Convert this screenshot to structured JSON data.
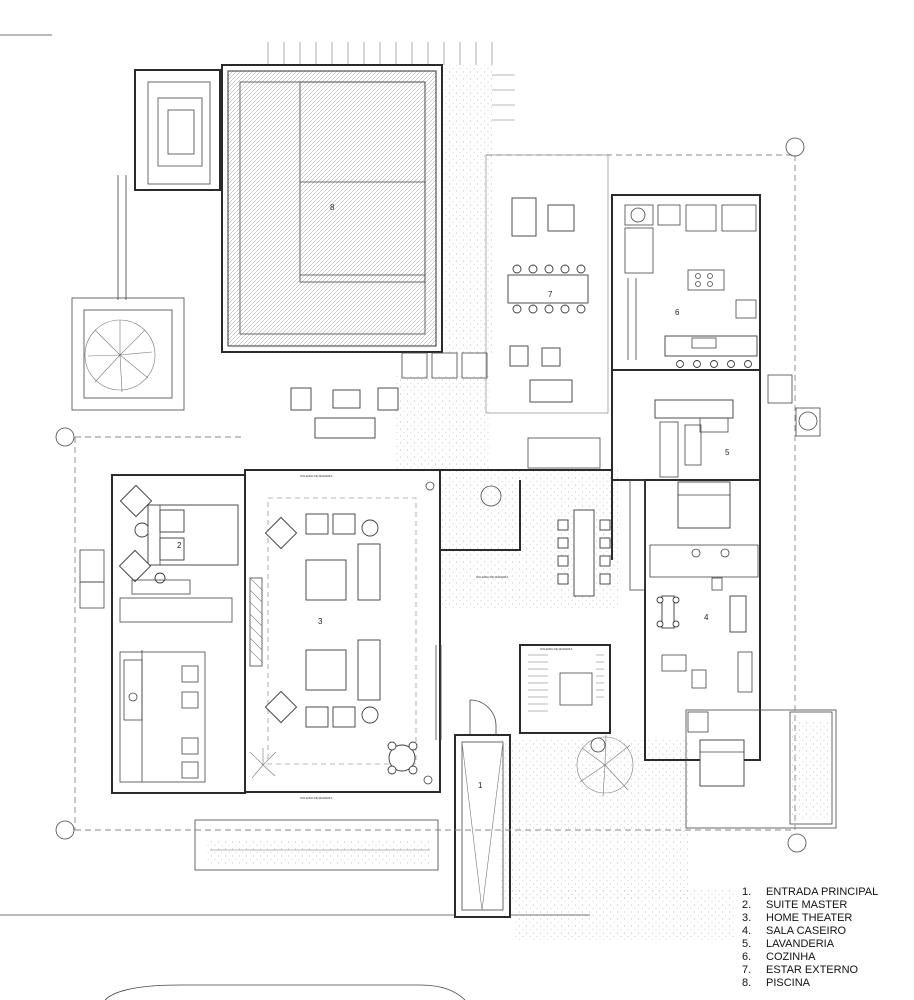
{
  "rooms": [
    {
      "num": "1"
    },
    {
      "num": "2"
    },
    {
      "num": "3"
    },
    {
      "num": "4"
    },
    {
      "num": "5"
    },
    {
      "num": "6"
    },
    {
      "num": "7"
    },
    {
      "num": "8"
    }
  ],
  "labels": {
    "soleira": "SOLEIRA DE MADEIRA"
  },
  "legend": [
    {
      "num": "1.",
      "text": "ENTRADA PRINCIPAL"
    },
    {
      "num": "2.",
      "text": "SUITE MASTER"
    },
    {
      "num": "3.",
      "text": "HOME THEATER"
    },
    {
      "num": "4.",
      "text": "SALA CASEIRO"
    },
    {
      "num": "5.",
      "text": "LAVANDERIA"
    },
    {
      "num": "6.",
      "text": "COZINHA"
    },
    {
      "num": "7.",
      "text": "ESTAR EXTERNO"
    },
    {
      "num": "8.",
      "text": "PISCINA"
    }
  ],
  "colors": {
    "line": "#2a2a2a",
    "background": "#ffffff"
  }
}
